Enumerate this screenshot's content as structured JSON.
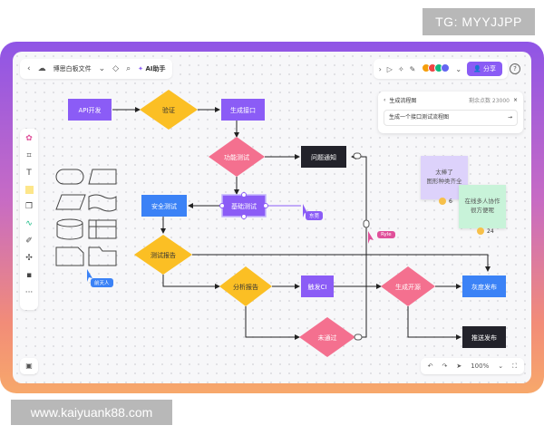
{
  "watermarks": {
    "top": "TG: MYYJJPP",
    "bottom": "www.kaiyuank88.com"
  },
  "topbar": {
    "back_icon": "chevron-left-icon",
    "cloud_icon": "cloud-icon",
    "file_name": "博思白板文件",
    "ai_label": "AI助手"
  },
  "rightbar": {
    "share_label": "分享",
    "help": "?"
  },
  "ai_panel": {
    "title": "生成流程图",
    "points": "剩余点数 23000",
    "input": "生成一个接口测试流程图"
  },
  "nodes": {
    "api": "API开发",
    "verify": "验证",
    "gen_api": "生成接口",
    "func_test": "功能测试",
    "notify": "问题通知",
    "safety": "安全测试",
    "basic": "基础测试",
    "report": "测试报告",
    "analysis": "分析报告",
    "trigger": "触发CI",
    "gen_release": "生成开源",
    "gray": "灰度发布",
    "fail": "未通过",
    "push": "推送发布"
  },
  "stickies": {
    "purple": "太棒了\n图形种类齐全",
    "green": "在线多人协作\n很方便呢"
  },
  "reactions": {
    "purple_count": "6",
    "green_count": "24"
  },
  "cursors": {
    "a": "东莞",
    "b": "Ryle",
    "c": "前天人"
  },
  "zoom": "100%",
  "colors": {
    "purple": "#8b5cf6",
    "yellow": "#fbbf24",
    "pink": "#f4708f",
    "blue": "#3b82f6",
    "dark": "#22222a"
  }
}
